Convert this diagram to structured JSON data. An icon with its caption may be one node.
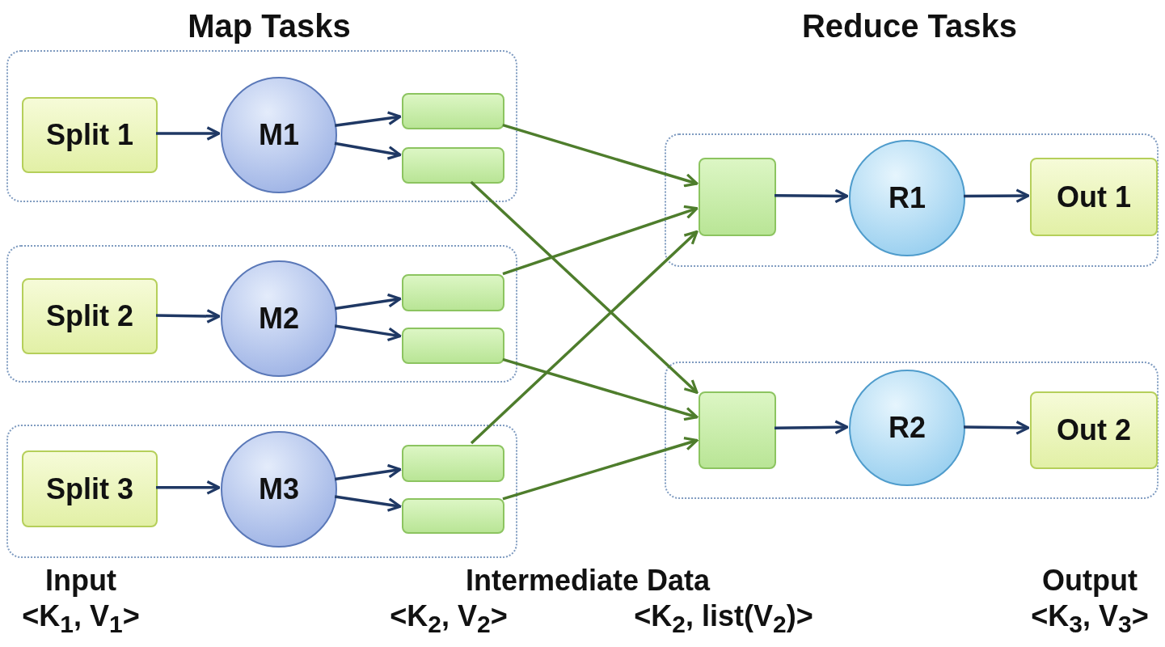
{
  "diagram": {
    "nodes": [
      {
        "text": [],
        "shape": "box"
      },
      {
        "text": [
          "Split 1"
        ],
        "in": 0
      },
      {
        "text": [
          "M1"
        ],
        "in": 0
      },
      {
        "text": [],
        "shape": "box",
        "in": 0
      },
      {
        "text": [],
        "shape": "box",
        "in": 0
      },
      {
        "text": [],
        "shape": "box"
      },
      {
        "text": [
          "Split 2"
        ],
        "in": 5
      },
      {
        "text": [
          "M2"
        ],
        "in": 5
      },
      {
        "text": [],
        "shape": "box",
        "in": 5
      },
      {
        "text": [],
        "shape": "box",
        "in": 5
      },
      {
        "text": [],
        "shape": "box"
      },
      {
        "text": [
          "Split 3"
        ],
        "in": 10
      },
      {
        "text": [
          "M3"
        ],
        "in": 10
      },
      {
        "text": [],
        "shape": "box",
        "in": 10
      },
      {
        "text": [],
        "shape": "box",
        "in": 10
      },
      {
        "text": [],
        "shape": "box"
      },
      {
        "text": [],
        "shape": "box",
        "in": 15
      },
      {
        "text": [
          "R1"
        ],
        "in": 15
      },
      {
        "text": [
          "Out 1"
        ],
        "in": 15
      },
      {
        "text": [],
        "shape": "box"
      },
      {
        "text": [],
        "shape": "box",
        "in": 19
      },
      {
        "text": [
          "R2"
        ],
        "in": 19
      },
      {
        "text": [
          "Out 2"
        ],
        "in": 19
      }
    ],
    "edges": [
      {
        "from": 1,
        "to": 2,
        "arrow": "to"
      },
      {
        "from": 2,
        "to": 3,
        "arrow": "to"
      },
      {
        "from": 2,
        "to": 4,
        "arrow": "to"
      },
      {
        "from": 6,
        "to": 7,
        "arrow": "to"
      },
      {
        "from": 7,
        "to": 8,
        "arrow": "to"
      },
      {
        "from": 7,
        "to": 9,
        "arrow": "to"
      },
      {
        "from": 11,
        "to": 12,
        "arrow": "to"
      },
      {
        "from": 12,
        "to": 13,
        "arrow": "to"
      },
      {
        "from": 12,
        "to": 14,
        "arrow": "to"
      },
      {
        "from": 3,
        "to": 16,
        "arrow": "to",
        "color": "#4e7d2c"
      },
      {
        "from": 4,
        "to": 20,
        "arrow": "to",
        "color": "#4e7d2c"
      },
      {
        "from": 8,
        "to": 16,
        "arrow": "to",
        "color": "#4e7d2c"
      },
      {
        "from": 9,
        "to": 20,
        "arrow": "to",
        "color": "#4e7d2c"
      },
      {
        "from": 13,
        "to": 16,
        "arrow": "to",
        "color": "#4e7d2c"
      },
      {
        "from": 14,
        "to": 20,
        "arrow": "to",
        "color": "#4e7d2c"
      },
      {
        "from": 16,
        "to": 17,
        "arrow": "to"
      },
      {
        "from": 17,
        "to": 18,
        "arrow": "to"
      },
      {
        "from": 20,
        "to": 21,
        "arrow": "to"
      },
      {
        "from": 21,
        "to": 22,
        "arrow": "to"
      }
    ],
    "labels": [
      "Map Tasks",
      "Reduce Tasks",
      "Input",
      "Intermediate Data",
      "Output",
      "<K$_{1}$, V$_{1}$>",
      "<K$_{2}$, V$_{2}$>",
      "<K$_{2}$, list(V$_{2}$)>",
      "<K$_{3}$, V$_{3}$>"
    ]
  }
}
